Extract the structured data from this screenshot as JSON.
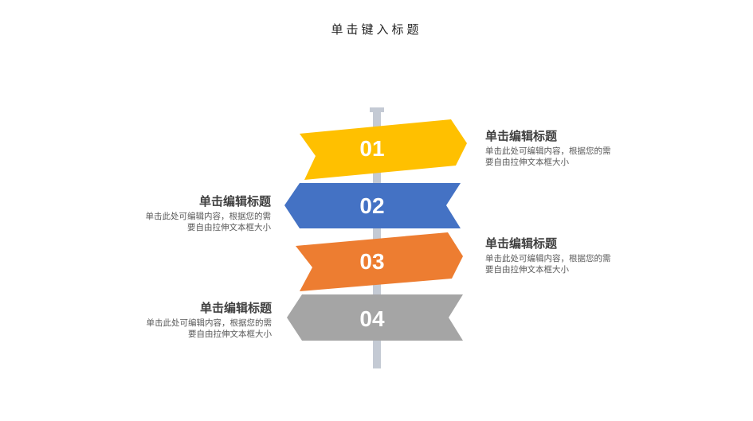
{
  "slide": {
    "title": "单击键入标题"
  },
  "colors": {
    "pole": "#C4CAD4",
    "sign_01": "#FFC000",
    "sign_02": "#4472C4",
    "sign_03": "#ED7D31",
    "sign_04": "#A5A5A5"
  },
  "signs": [
    {
      "number": "01",
      "side": "right",
      "heading": "单击编辑标题",
      "body_line1": "单击此处可编辑内容，根据您的需",
      "body_line2": "要自由拉伸文本框大小"
    },
    {
      "number": "02",
      "side": "left",
      "heading": "单击编辑标题",
      "body_line1": "单击此处可编辑内容，根据您的需",
      "body_line2": "要自由拉伸文本框大小"
    },
    {
      "number": "03",
      "side": "right",
      "heading": "单击编辑标题",
      "body_line1": "单击此处可编辑内容，根据您的需",
      "body_line2": "要自由拉伸文本框大小"
    },
    {
      "number": "04",
      "side": "left",
      "heading": "单击编辑标题",
      "body_line1": "单击此处可编辑内容，根据您的需",
      "body_line2": "要自由拉伸文本框大小"
    }
  ]
}
